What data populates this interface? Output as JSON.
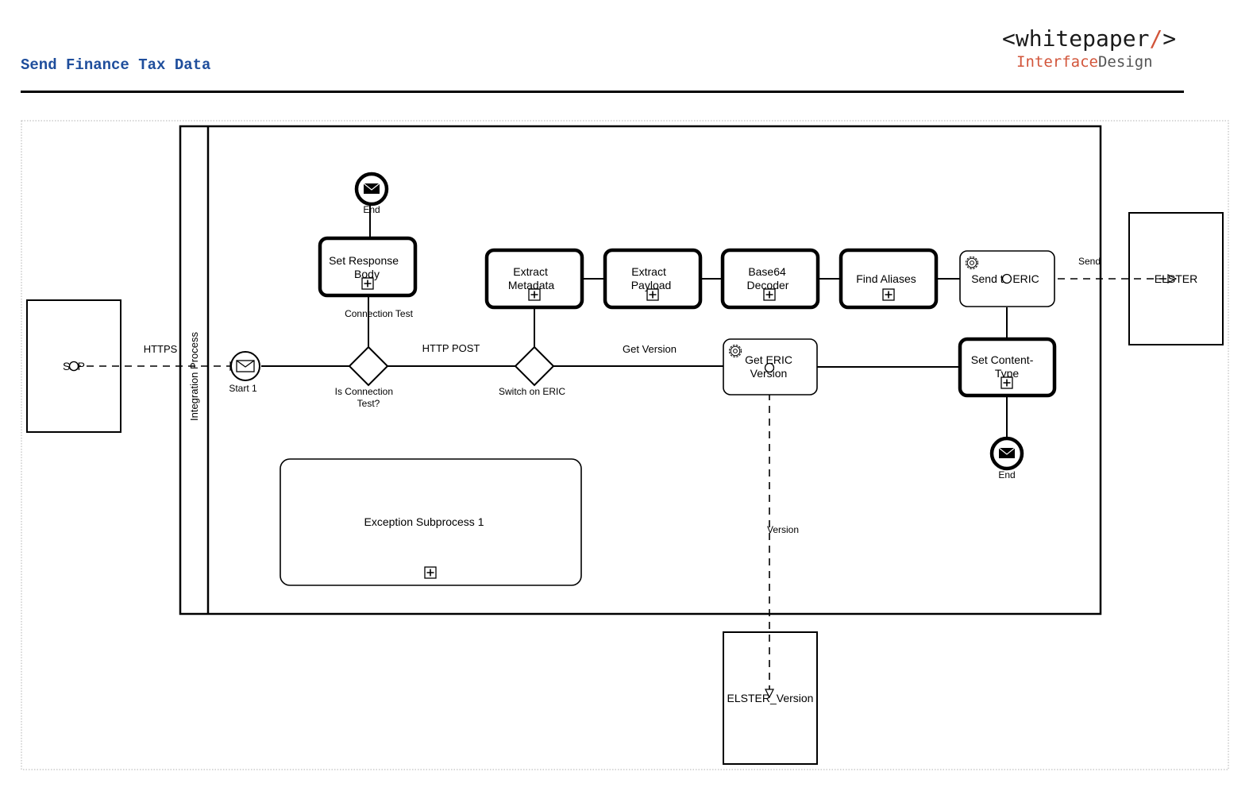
{
  "header": {
    "title": "Send Finance Tax Data",
    "logo": {
      "prefix": "<whitepaper",
      "slash": "/",
      "suffix": ">",
      "sub_accent": "Interface",
      "sub_rest": "Design"
    }
  },
  "diagram": {
    "pool_label": "Integration Process",
    "participants": {
      "sap": "SAP",
      "elster": "ELSTER",
      "elster_version": "ELSTER_Version"
    },
    "events": {
      "start": "Start 1",
      "end_top": "End",
      "end_bottom": "End"
    },
    "tasks": {
      "set_response_body": [
        "Set Response",
        "Body"
      ],
      "extract_metadata": [
        "Extract",
        "Metadata"
      ],
      "extract_payload": [
        "Extract",
        "Payload"
      ],
      "base64_decoder": [
        "Base64",
        "Decoder"
      ],
      "find_aliases": [
        "Find Aliases"
      ],
      "send_to_eric": [
        "Send to ERIC"
      ],
      "get_eric_version": [
        "Get ERIC",
        "Version"
      ],
      "set_content_type": [
        "Set Content-",
        "Type"
      ],
      "exception_subprocess": [
        "Exception Subprocess 1"
      ]
    },
    "gateways": {
      "is_connection_test": [
        "Is Connection",
        "Test?"
      ],
      "switch_on_eric": [
        "Switch on ERIC"
      ]
    },
    "flow_labels": {
      "https": "HTTPS",
      "connection_test": "Connection Test",
      "http_post": "HTTP POST",
      "get_version": "Get Version",
      "send": "Send",
      "version": "Version"
    }
  }
}
